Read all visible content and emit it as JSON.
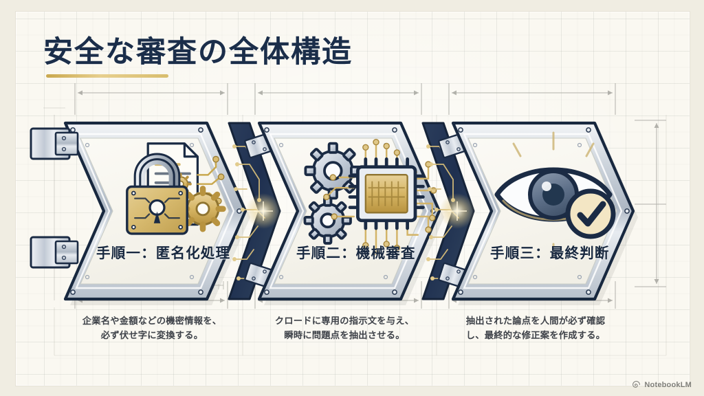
{
  "slide": {
    "title": "安全な審査の全体構造",
    "background_color": "#f0ede2",
    "panel_color": "#faf8f1",
    "accent_gold": "#c9a84e",
    "accent_navy": "#18283f"
  },
  "steps": [
    {
      "label": "手順一：匿名化処理",
      "caption_line1": "企業名や金額などの機密情報を、",
      "caption_line2": "必ず伏せ字に変換する。",
      "icon": "padlock-document-gears-icon"
    },
    {
      "label": "手順二：機械審査",
      "caption_line1": "クロードに専用の指示文を与え、",
      "caption_line2": "瞬時に問題点を抽出させる。",
      "icon": "gears-cpu-circuit-icon"
    },
    {
      "label": "手順三：最終判断",
      "caption_line1": "抽出された論点を人間が必ず確認",
      "caption_line2": "し、最終的な修正案を作成する。",
      "icon": "eye-checkmark-icon"
    }
  ],
  "connectors": [
    {
      "name": "circuit-arrow-1"
    },
    {
      "name": "circuit-arrow-2"
    }
  ],
  "watermark": {
    "label": "NotebookLM",
    "icon": "notebooklm-logo-icon"
  }
}
